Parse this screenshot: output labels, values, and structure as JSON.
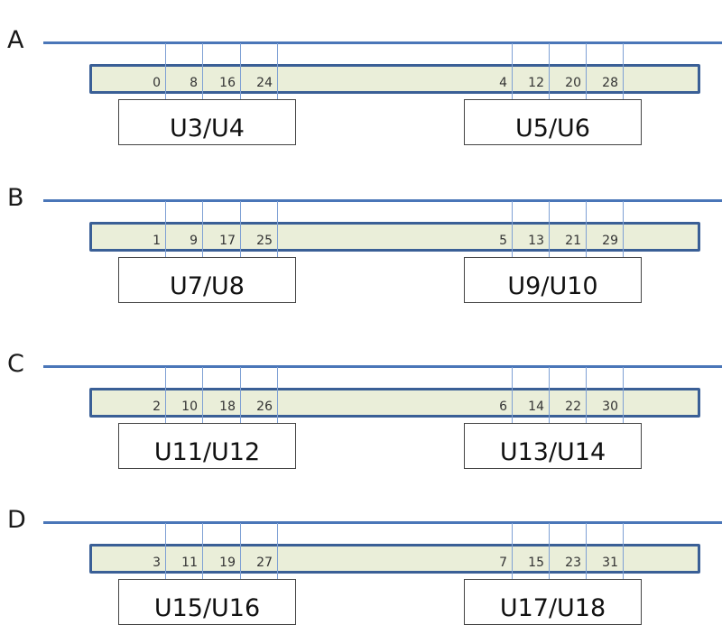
{
  "rows": [
    {
      "label": "A",
      "left_pins": [
        "0",
        "8",
        "16",
        "24"
      ],
      "right_pins": [
        "4",
        "12",
        "20",
        "28"
      ],
      "left_chip": "U3/U4",
      "right_chip": "U5/U6"
    },
    {
      "label": "B",
      "left_pins": [
        "1",
        "9",
        "17",
        "25"
      ],
      "right_pins": [
        "5",
        "13",
        "21",
        "29"
      ],
      "left_chip": "U7/U8",
      "right_chip": "U9/U10"
    },
    {
      "label": "C",
      "left_pins": [
        "2",
        "10",
        "18",
        "26"
      ],
      "right_pins": [
        "6",
        "14",
        "22",
        "30"
      ],
      "left_chip": "U11/U12",
      "right_chip": "U13/U14"
    },
    {
      "label": "D",
      "left_pins": [
        "3",
        "11",
        "19",
        "27"
      ],
      "right_pins": [
        "7",
        "15",
        "23",
        "31"
      ],
      "left_chip": "U15/U16",
      "right_chip": "U17/U18"
    }
  ],
  "colors": {
    "bus_line": "#4a76b8",
    "bank_fill": "#eaeed9",
    "bank_border": "#3a5f96",
    "connector_line": "#7ea0d4"
  }
}
